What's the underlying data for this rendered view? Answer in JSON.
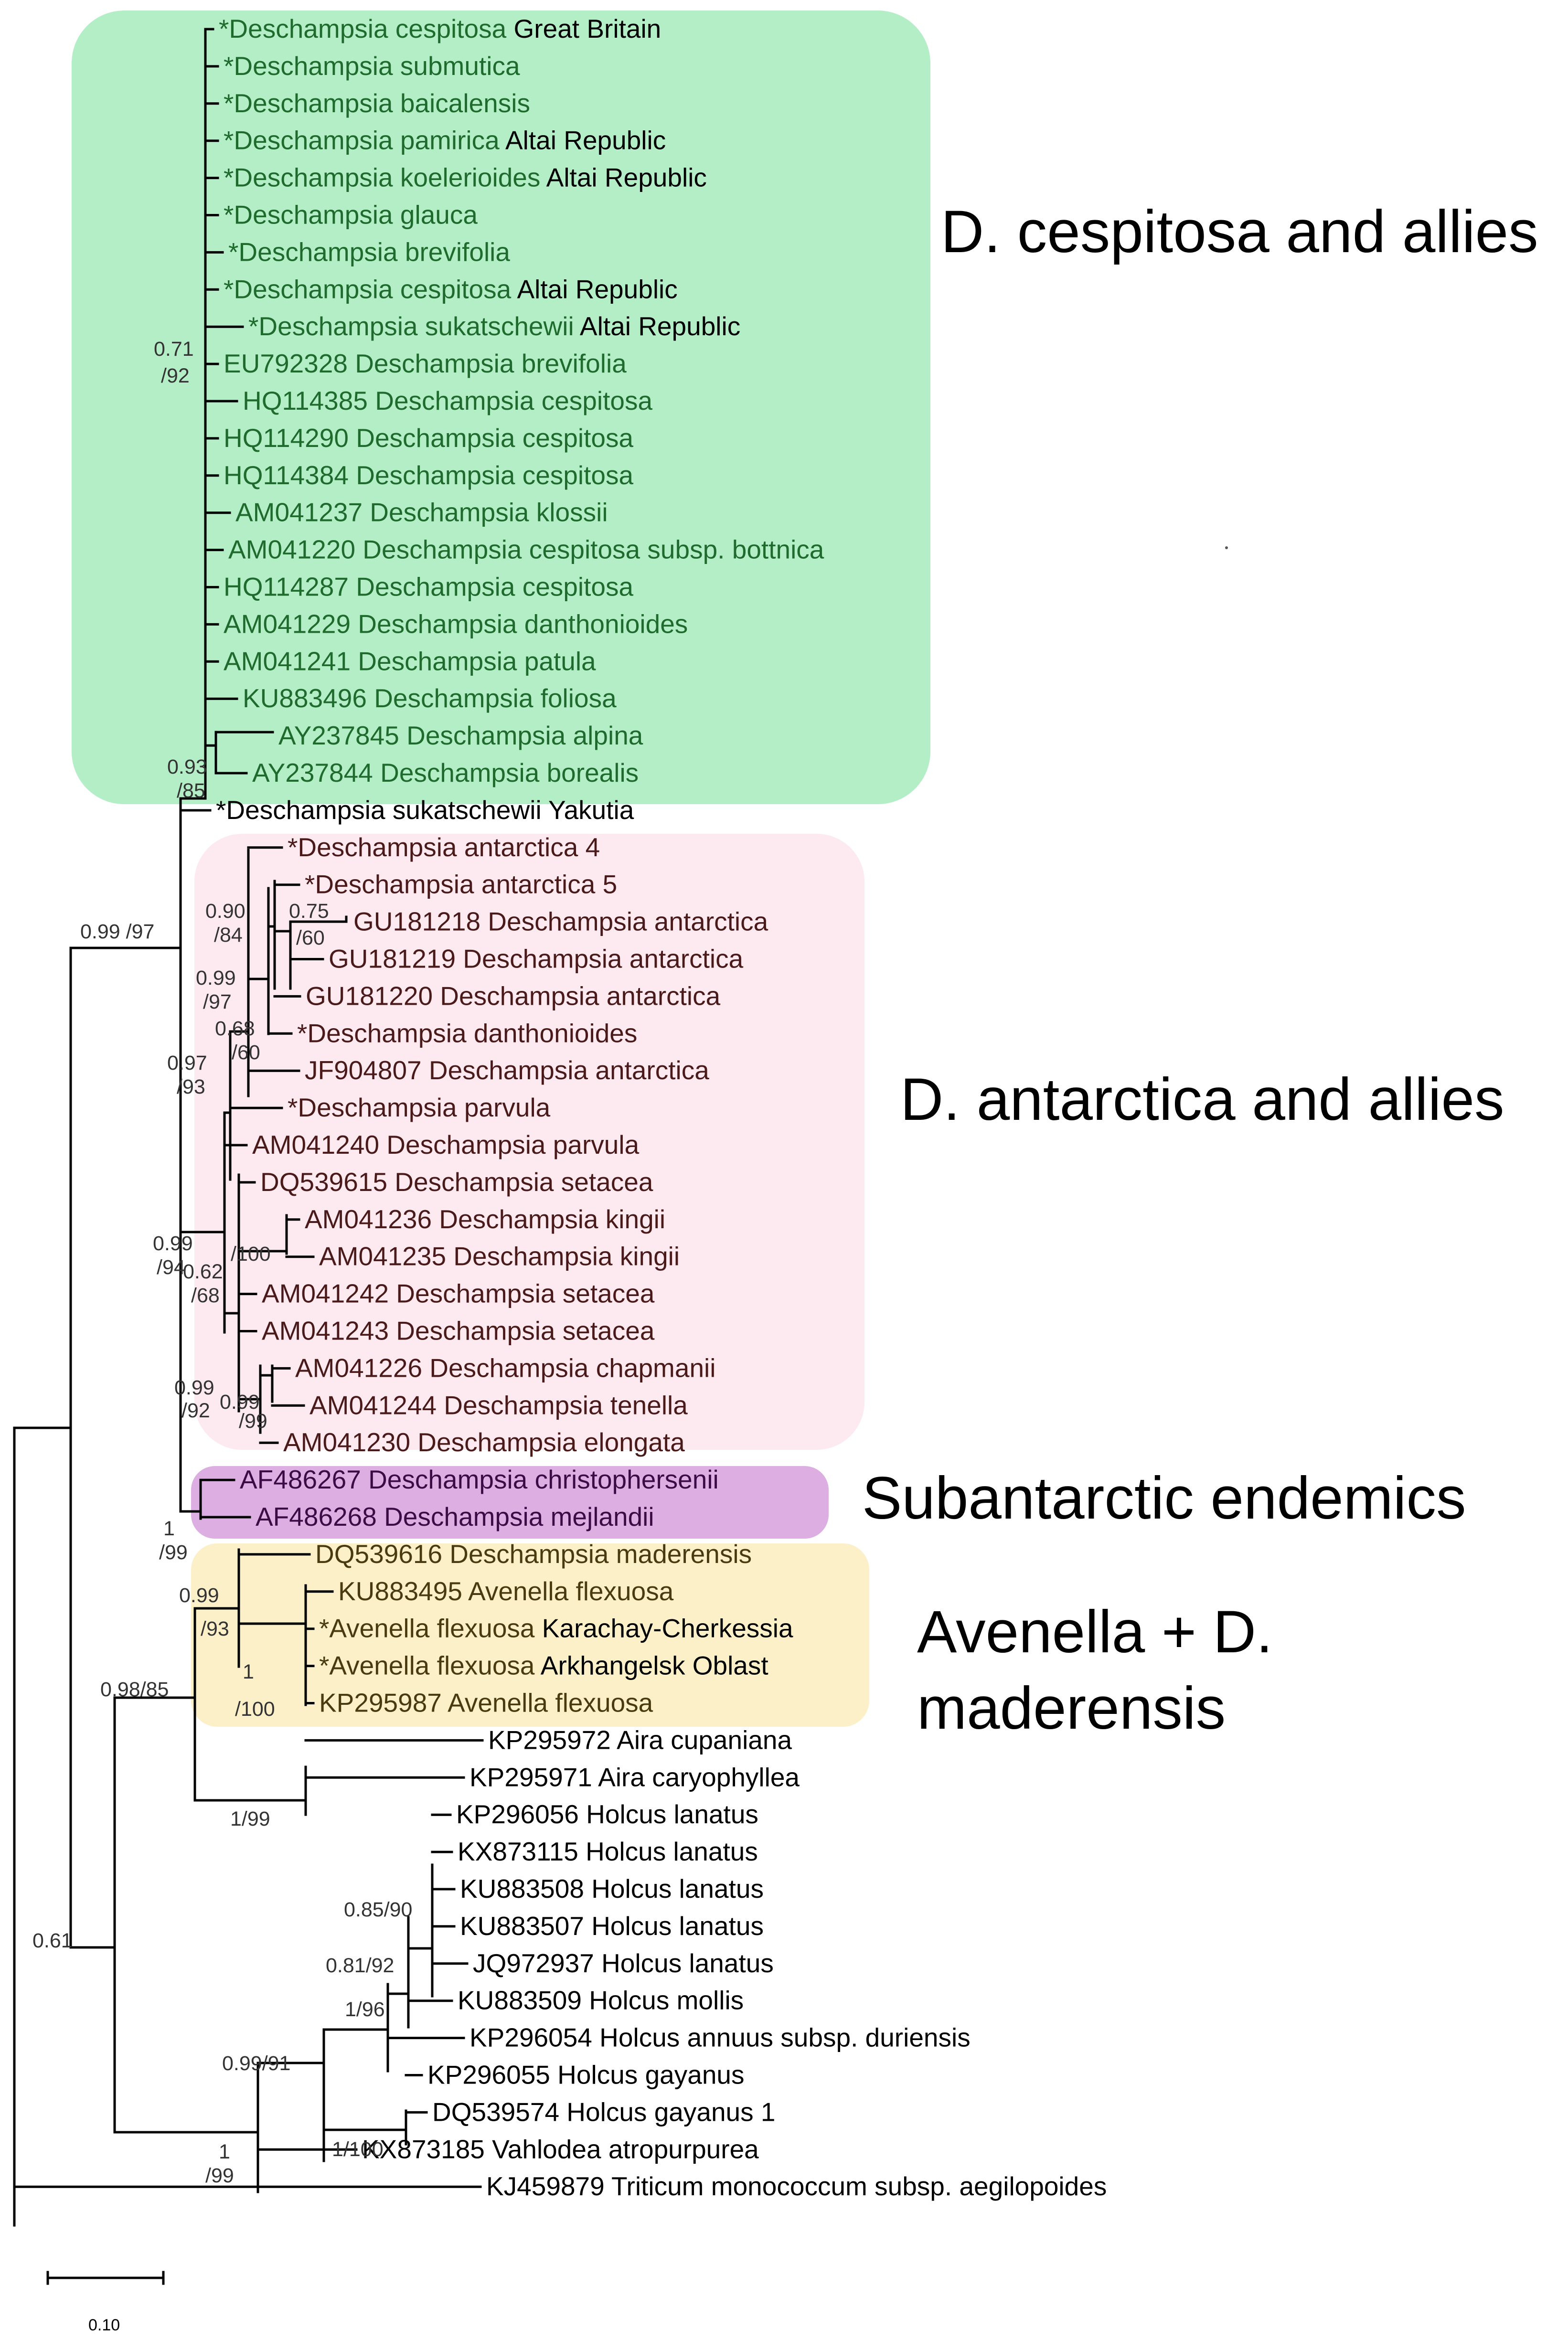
{
  "colors": {
    "cespitosa_box": "#b3eec6",
    "cespitosa_text": "#1f6b2e",
    "antarctica_box": "#fdeaf0",
    "antarctica_text": "#4a1a1a",
    "subantarctic_box": "#dcaee2",
    "subantarctic_text": "#3b0b45",
    "avenella_box": "#fcf0c8",
    "avenella_text": "#4a3a10",
    "plain_text": "#000000"
  },
  "groups": [
    {
      "label": "D. cespitosa and allies",
      "color": "cespitosa"
    },
    {
      "label": "D. antarctica and allies",
      "color": "antarctica"
    },
    {
      "label": "Subantarctic endemics",
      "color": "subantarctic"
    },
    {
      "label": "Avenella + D.",
      "label2": "maderensis",
      "color": "avenella"
    }
  ],
  "taxa": [
    {
      "name": "*Deschampsia cespitosa",
      "loc": "Great Britain",
      "group": "cespitosa"
    },
    {
      "name": "*Deschampsia submutica",
      "loc": "",
      "group": "cespitosa"
    },
    {
      "name": "*Deschampsia baicalensis",
      "loc": "",
      "group": "cespitosa"
    },
    {
      "name": "*Deschampsia pamirica",
      "loc": "Altai Republic",
      "group": "cespitosa"
    },
    {
      "name": "*Deschampsia koelerioides",
      "loc": "Altai Republic",
      "group": "cespitosa"
    },
    {
      "name": "*Deschampsia glauca",
      "loc": "",
      "group": "cespitosa"
    },
    {
      "name": "*Deschampsia brevifolia",
      "loc": "",
      "group": "cespitosa"
    },
    {
      "name": "*Deschampsia cespitosa",
      "loc": "Altai Republic",
      "group": "cespitosa"
    },
    {
      "name": "*Deschampsia sukatschewii",
      "loc": "Altai Republic",
      "group": "cespitosa"
    },
    {
      "name": "EU792328 Deschampsia brevifolia",
      "loc": "",
      "group": "cespitosa"
    },
    {
      "name": "HQ114385 Deschampsia cespitosa",
      "loc": "",
      "group": "cespitosa"
    },
    {
      "name": "HQ114290 Deschampsia cespitosa",
      "loc": "",
      "group": "cespitosa"
    },
    {
      "name": "HQ114384 Deschampsia cespitosa",
      "loc": "",
      "group": "cespitosa"
    },
    {
      "name": "AM041237 Deschampsia klossii",
      "loc": "",
      "group": "cespitosa"
    },
    {
      "name": "AM041220 Deschampsia cespitosa subsp. bottnica",
      "loc": "",
      "group": "cespitosa"
    },
    {
      "name": "HQ114287 Deschampsia cespitosa",
      "loc": "",
      "group": "cespitosa"
    },
    {
      "name": "AM041229 Deschampsia danthonioides",
      "loc": "",
      "group": "cespitosa"
    },
    {
      "name": "AM041241 Deschampsia patula",
      "loc": "",
      "group": "cespitosa"
    },
    {
      "name": "KU883496 Deschampsia foliosa",
      "loc": "",
      "group": "cespitosa"
    },
    {
      "name": "AY237845 Deschampsia alpina",
      "loc": "",
      "group": "cespitosa"
    },
    {
      "name": "AY237844 Deschampsia borealis",
      "loc": "",
      "group": "cespitosa"
    },
    {
      "name": "*Deschampsia sukatschewii",
      "loc": "Yakutia",
      "group": "plain"
    },
    {
      "name": "*Deschampsia antarctica 4",
      "loc": "",
      "group": "antarctica"
    },
    {
      "name": "*Deschampsia antarctica 5",
      "loc": "",
      "group": "antarctica"
    },
    {
      "name": "GU181218 Deschampsia antarctica",
      "loc": "",
      "group": "antarctica"
    },
    {
      "name": "GU181219 Deschampsia antarctica",
      "loc": "",
      "group": "antarctica"
    },
    {
      "name": "GU181220 Deschampsia antarctica",
      "loc": "",
      "group": "antarctica"
    },
    {
      "name": "*Deschampsia danthonioides",
      "loc": "",
      "group": "antarctica"
    },
    {
      "name": "JF904807 Deschampsia antarctica",
      "loc": "",
      "group": "antarctica"
    },
    {
      "name": "*Deschampsia parvula",
      "loc": "",
      "group": "antarctica"
    },
    {
      "name": "AM041240 Deschampsia parvula",
      "loc": "",
      "group": "antarctica"
    },
    {
      "name": "DQ539615 Deschampsia setacea",
      "loc": "",
      "group": "antarctica"
    },
    {
      "name": "AM041236 Deschampsia kingii",
      "loc": "",
      "group": "antarctica"
    },
    {
      "name": "AM041235 Deschampsia kingii",
      "loc": "",
      "group": "antarctica"
    },
    {
      "name": "AM041242 Deschampsia setacea",
      "loc": "",
      "group": "antarctica"
    },
    {
      "name": "AM041243 Deschampsia setacea",
      "loc": "",
      "group": "antarctica"
    },
    {
      "name": "AM041226 Deschampsia chapmanii",
      "loc": "",
      "group": "antarctica"
    },
    {
      "name": "AM041244 Deschampsia tenella",
      "loc": "",
      "group": "antarctica"
    },
    {
      "name": "AM041230 Deschampsia elongata",
      "loc": "",
      "group": "antarctica"
    },
    {
      "name": "AF486267 Deschampsia christophersenii",
      "loc": "",
      "group": "subantarctic"
    },
    {
      "name": "AF486268 Deschampsia mejlandii",
      "loc": "",
      "group": "subantarctic"
    },
    {
      "name": "DQ539616 Deschampsia maderensis",
      "loc": "",
      "group": "avenella"
    },
    {
      "name": "KU883495 Avenella flexuosa",
      "loc": "",
      "group": "avenella"
    },
    {
      "name": "*Avenella flexuosa",
      "loc": "Karachay-Cherkessia",
      "group": "avenella"
    },
    {
      "name": "*Avenella flexuosa",
      "loc": "Arkhangelsk Oblast",
      "group": "avenella"
    },
    {
      "name": "KP295987 Avenella flexuosa",
      "loc": "",
      "group": "avenella"
    },
    {
      "name": "KP295972 Aira cupaniana",
      "loc": "",
      "group": "plain"
    },
    {
      "name": "KP295971 Aira caryophyllea",
      "loc": "",
      "group": "plain"
    },
    {
      "name": "KP296056 Holcus lanatus",
      "loc": "",
      "group": "plain"
    },
    {
      "name": "KX873115 Holcus lanatus",
      "loc": "",
      "group": "plain"
    },
    {
      "name": "KU883508 Holcus lanatus",
      "loc": "",
      "group": "plain"
    },
    {
      "name": "KU883507 Holcus lanatus",
      "loc": "",
      "group": "plain"
    },
    {
      "name": "JQ972937 Holcus lanatus",
      "loc": "",
      "group": "plain"
    },
    {
      "name": "KU883509 Holcus mollis",
      "loc": "",
      "group": "plain"
    },
    {
      "name": "KP296054 Holcus annuus subsp. duriensis",
      "loc": "",
      "group": "plain"
    },
    {
      "name": "KP296055 Holcus gayanus",
      "loc": "",
      "group": "plain"
    },
    {
      "name": "DQ539574 Holcus gayanus 1",
      "loc": "",
      "group": "plain"
    },
    {
      "name": "KX873185 Vahlodea atropurpurea",
      "loc": "",
      "group": "plain"
    },
    {
      "name": "KJ459879 Triticum monococcum subsp. aegilopoides",
      "loc": "",
      "group": "plain"
    }
  ],
  "support_values": [
    "0.71",
    "/92",
    "0.93",
    "/85",
    "0.99 /97",
    "0.90",
    "/84",
    "0.75",
    "/60",
    "0.99",
    "/97",
    "0.68",
    "/60",
    "0.97",
    "/93",
    "0.99",
    "/94",
    "0.62",
    "/68",
    "/100",
    "0.99",
    "/92",
    "0.99",
    "/99",
    "1",
    "/99",
    "0.99",
    "/93",
    "1",
    "/100",
    "0.98/85",
    "1/99",
    "0.85/90",
    "0.81/92",
    "1/96",
    "0.99/91",
    "1/100",
    "1",
    "/99",
    "0.61"
  ],
  "scale_bar": {
    "label": "0.10",
    "value": 0.1
  }
}
